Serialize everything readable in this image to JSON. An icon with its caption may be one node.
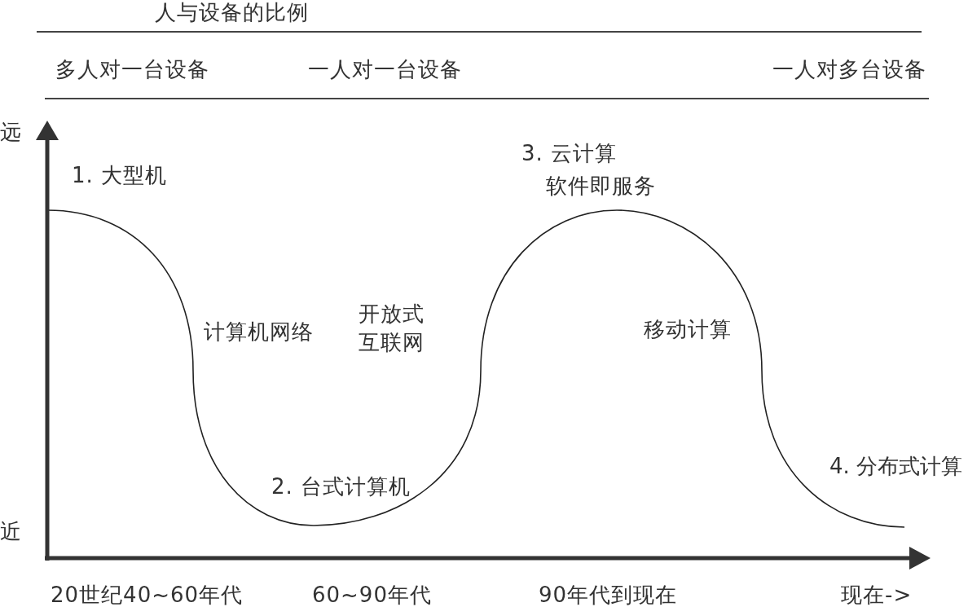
{
  "diagram": {
    "title": "人与设备的比例",
    "labels": [
      "多人对一台设备",
      "一人对一台设备",
      "一人对多台设备",
      "远",
      "3. 云计算",
      "1. 大型机",
      "软件即服务",
      "开放式互联网",
      "计算机网络",
      "移动计算",
      "4. 分布式计算",
      "2. 台式计算机",
      "近",
      "20世纪40~60年代",
      "60~90年代",
      "90年代到现在",
      "现在->"
    ]
  }
}
